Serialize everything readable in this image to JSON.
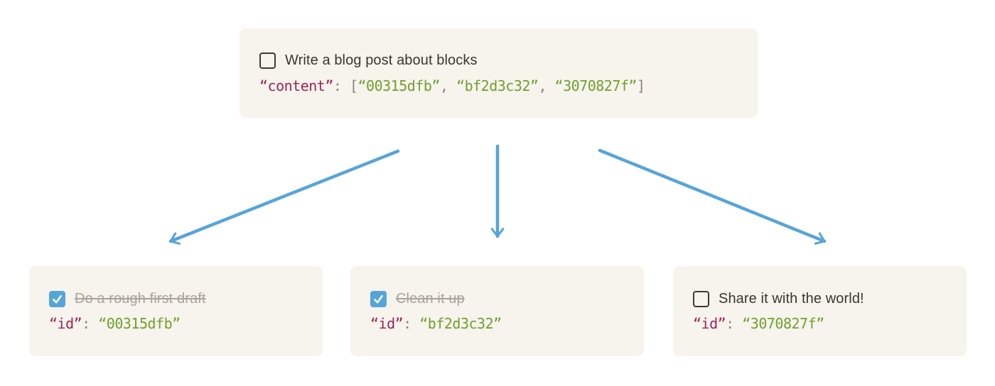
{
  "diagram": {
    "title_hint": "parent to-do block referencing three child blocks",
    "parent": {
      "todo_label": "Write a blog post about blocks",
      "checked": false,
      "code": {
        "key": "“content”",
        "colon": ": ",
        "open_bracket": "[",
        "id1": "“00315dfb”",
        "sep1": ", ",
        "id2": "“bf2d3c32”",
        "sep2": ", ",
        "id3": "“3070827f”",
        "close_bracket": "]"
      }
    },
    "children": [
      {
        "todo_label": "Do a rough first draft",
        "checked": true,
        "code": {
          "key": "“id”",
          "colon": ": ",
          "value": "“00315dfb”"
        }
      },
      {
        "todo_label": "Clean it up",
        "checked": true,
        "code": {
          "key": "“id”",
          "colon": ": ",
          "value": "“bf2d3c32”"
        }
      },
      {
        "todo_label": "Share it with the world!",
        "checked": false,
        "code": {
          "key": "“id”",
          "colon": ": ",
          "value": "“3070827f”"
        }
      }
    ]
  },
  "icons": {
    "check_glyph": "✓",
    "arrow_style": "open-v-arrowhead"
  },
  "colors": {
    "page_background": "#ffffff",
    "card_background": "#f7f3ed",
    "arrow_blue": "#57a4d9",
    "checkbox_checked_blue": "#55a5d9",
    "checkbox_border": "#3f3b34",
    "todo_text": "#3a362f",
    "todo_done_text": "#a8a39b",
    "code_key": "#9a2558",
    "code_punctuation": "#8b857b",
    "code_string_green": "#6fa02c"
  }
}
